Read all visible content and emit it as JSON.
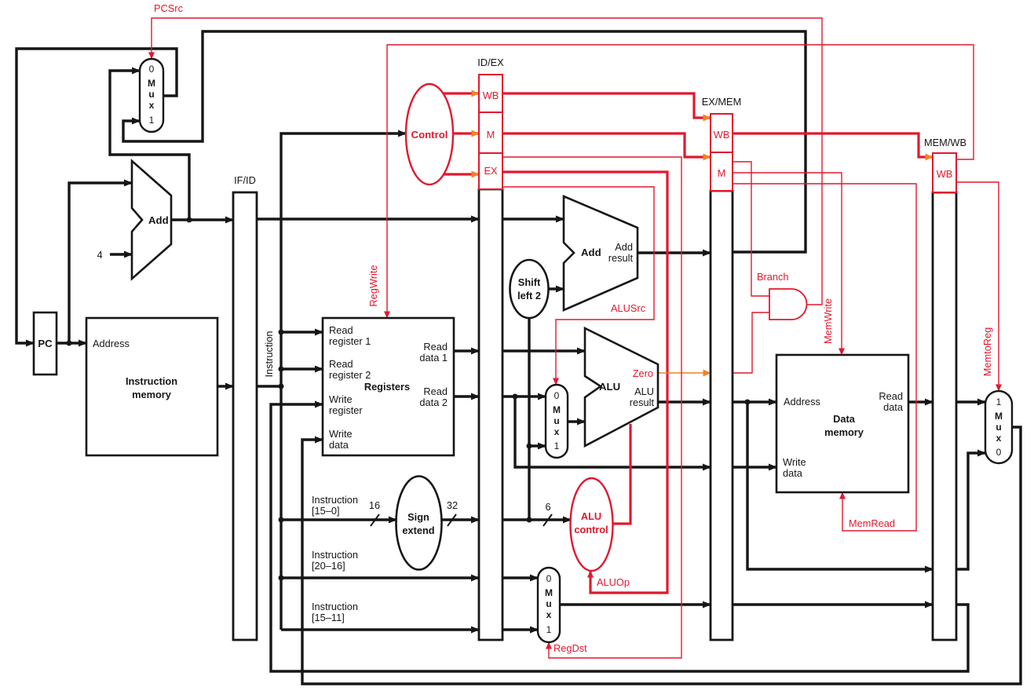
{
  "colors": {
    "wire": "#161616",
    "control_red": "#e0192e",
    "arrow_orange": "#ee8425",
    "background": "#ffffff"
  },
  "pipeline": {
    "if_id": "IF/ID",
    "id_ex": "ID/EX",
    "ex_mem": "EX/MEM",
    "mem_wb": "MEM/WB",
    "wb": "WB",
    "m": "M",
    "ex": "EX"
  },
  "signals": {
    "pcsrc": "PCSrc",
    "regwrite": "RegWrite",
    "alusrc": "ALUSrc",
    "aluop": "ALUOp",
    "regdst": "RegDst",
    "branch": "Branch",
    "memwrite": "MemWrite",
    "memread": "MemRead",
    "memtoreg": "MemtoReg",
    "zero": "Zero"
  },
  "components": {
    "pc": "PC",
    "control": "Control",
    "add": "Add",
    "result": "result",
    "alu": "ALU",
    "control_lc": "control",
    "shift_l1": "Shift",
    "shift_l2": "left 2",
    "sign_l1": "Sign",
    "sign_l2": "extend",
    "instruction_memory_l1": "Instruction",
    "instruction_memory_l2": "memory",
    "data_memory_l1": "Data",
    "data_memory_l2": "memory",
    "registers": "Registers"
  },
  "ports": {
    "address": "Address",
    "read": "Read",
    "write": "Write",
    "register_1": "register 1",
    "register_2": "register 2",
    "register": "register",
    "data": "data",
    "data_1": "data 1",
    "data_2": "data 2"
  },
  "buses": {
    "instruction": "Instruction",
    "bits_15_0": "[15–0]",
    "bits_20_16": "[20–16]",
    "bits_15_11": "[15–11]",
    "width_16": "16",
    "width_32": "32",
    "width_6": "6",
    "const_4": "4"
  },
  "mux": {
    "m": "M",
    "u": "u",
    "x": "x",
    "n0": "0",
    "n1": "1"
  }
}
